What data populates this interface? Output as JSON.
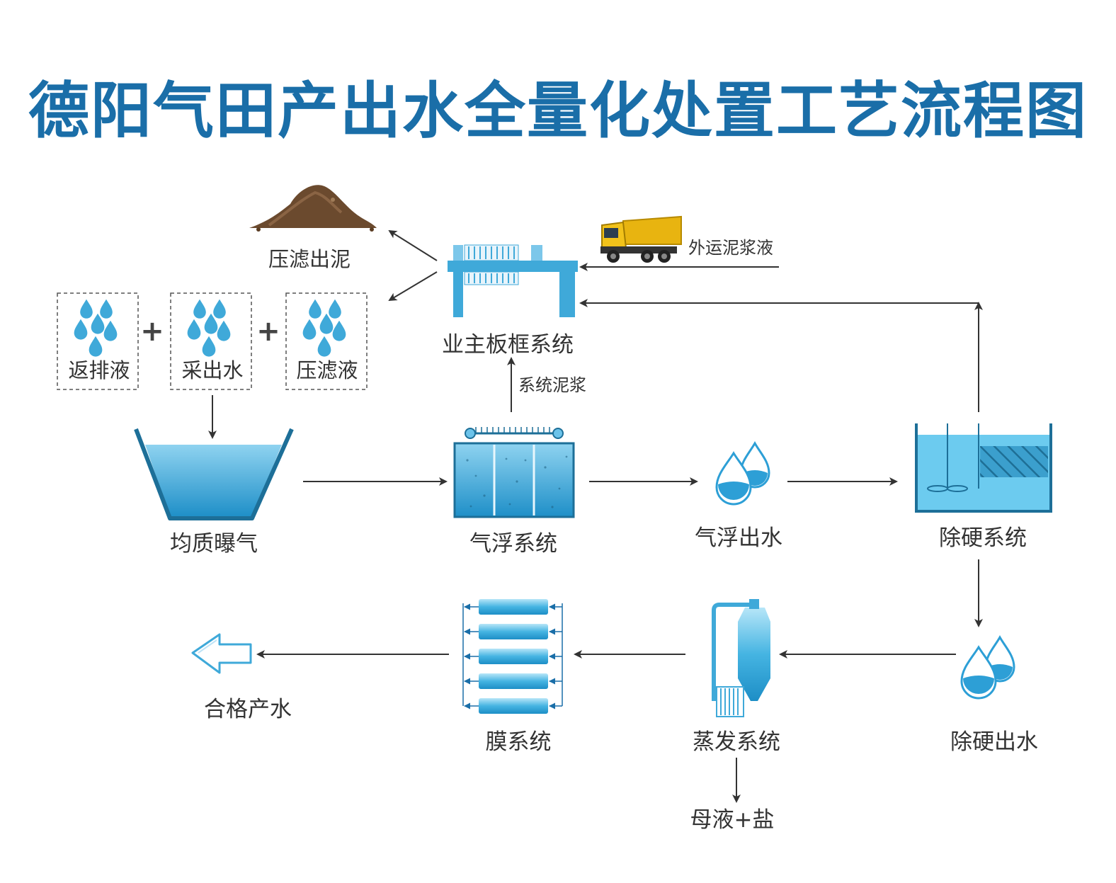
{
  "title": "德阳气田产出水全量化处置工艺流程图",
  "colors": {
    "title": "#1a6ea8",
    "water": "#3fa9d9",
    "arrow": "#333333"
  },
  "labels": {
    "sludge_out": "压滤出泥",
    "filter_press": "业主板框系统",
    "truck": "外运泥浆液",
    "system_sludge": "系统泥浆",
    "input_1": "返排液",
    "input_2": "采出水",
    "input_3": "压滤液",
    "plus": "+",
    "equalization": "均质曝气",
    "flotation": "气浮系统",
    "flotation_out": "气浮出水",
    "softening": "除硬系统",
    "softening_out": "除硬出水",
    "evaporation": "蒸发系统",
    "mother_liquor": "母液+盐",
    "membrane": "膜系统",
    "product": "合格产水"
  }
}
